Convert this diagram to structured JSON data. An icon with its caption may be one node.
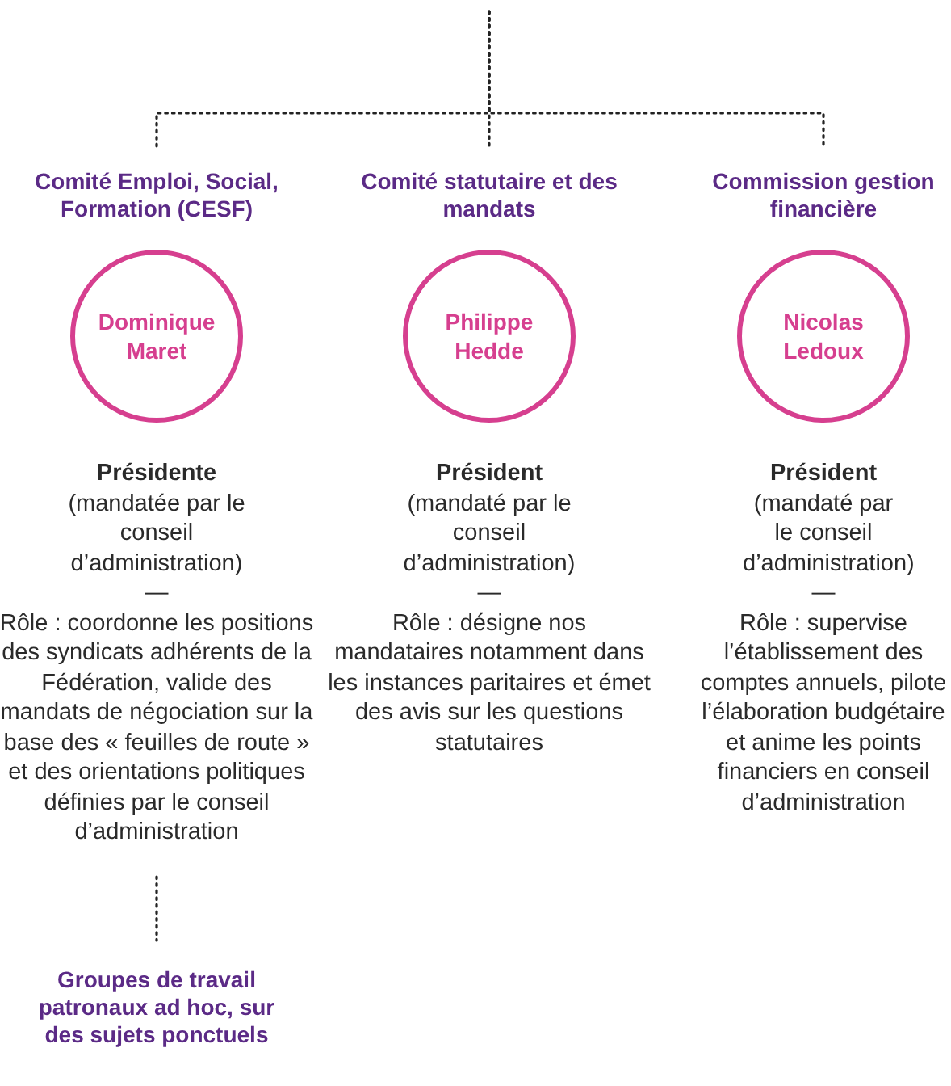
{
  "diagram": {
    "nodes": [
      {
        "text": [
          "Comité Emploi, Social, Formation (CESF)"
        ]
      },
      {
        "text": [
          "Dominique Maret"
        ],
        "beside": [
          "Présidente",
          "(mandatée par le conseil d’administration)",
          "—",
          "Rôle : coordonne les positions des syndicats adhérents de la Fédération, valide des mandats de négociation sur la base des « feuilles de route » et des orientations politiques définies par le conseil d’administration"
        ]
      },
      {
        "text": [
          "Comité statutaire et des mandats"
        ]
      },
      {
        "text": [
          "Philippe Hedde"
        ],
        "beside": [
          "Président",
          "(mandaté par le conseil d’administration)",
          "—",
          "Rôle : désigne nos mandataires notamment dans les instances paritaires et émet des avis sur les questions statutaires"
        ]
      },
      {
        "text": [
          "Commission gestion financière"
        ]
      },
      {
        "text": [
          "Nicolas Ledoux"
        ],
        "beside": [
          "Président",
          "(mandaté par le conseil d’administration)",
          "—",
          "Rôle : supervise l’établissement des comptes annuels, pilote l’élaboration budgétaire et anime les points financiers en conseil d’administration"
        ]
      },
      {
        "text": [
          "Groupes de travail patronaux ad hoc, sur des sujets ponctuels"
        ]
      }
    ],
    "edges": [
      {
        "from": null,
        "to": 0,
        "arrow": "none",
        "style": "dashed"
      },
      {
        "from": null,
        "to": 2,
        "arrow": "none",
        "style": "dashed"
      },
      {
        "from": null,
        "to": 4,
        "arrow": "none",
        "style": "dashed"
      },
      {
        "from": 1,
        "to": 6,
        "arrow": "none",
        "style": "dashed"
      }
    ]
  }
}
